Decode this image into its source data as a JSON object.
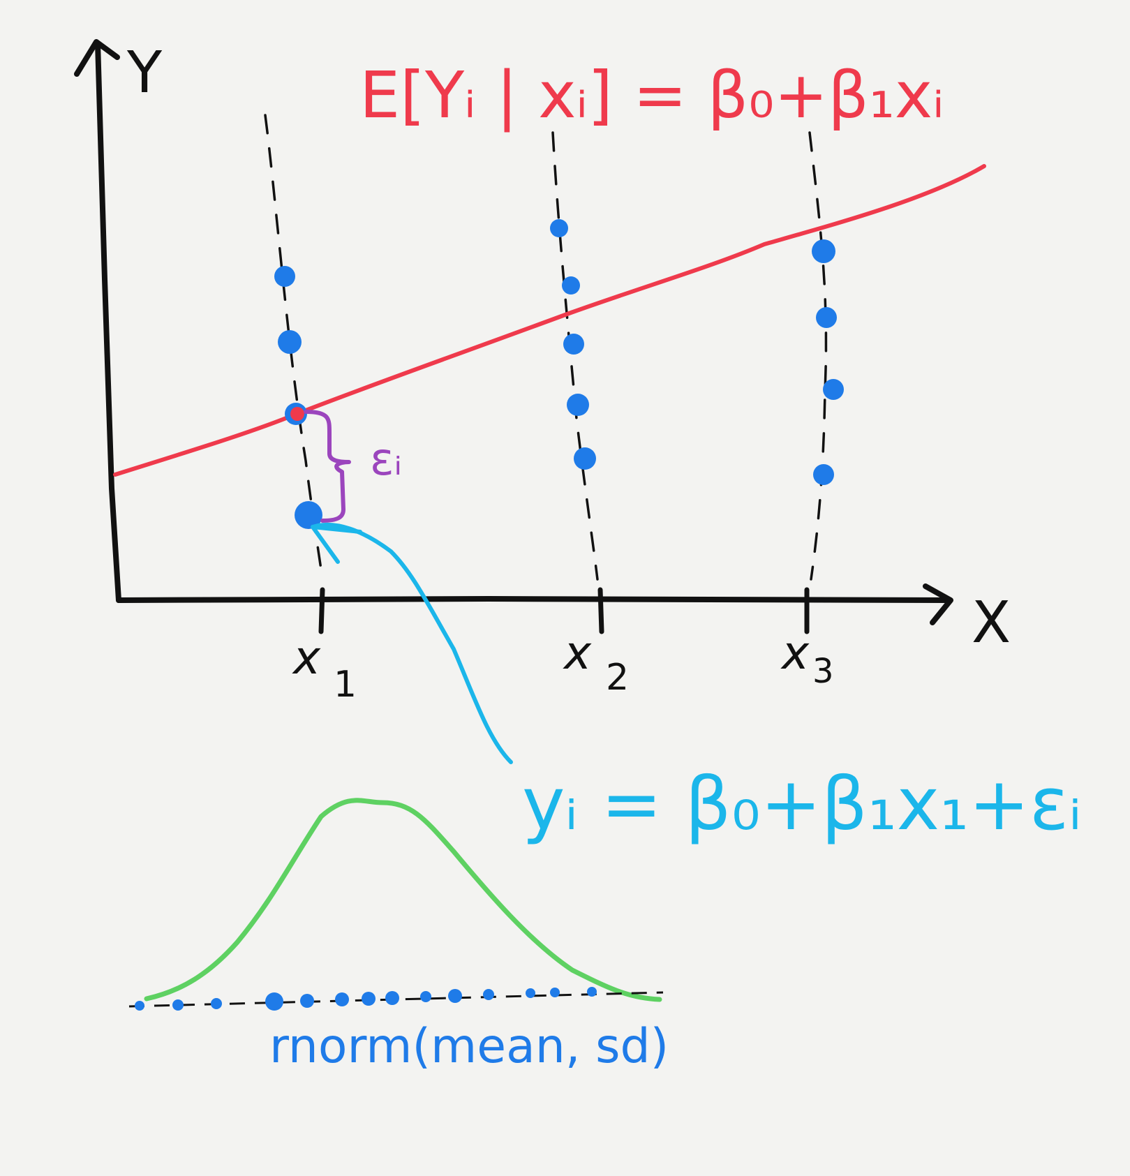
{
  "labels": {
    "y_axis": "Y",
    "x_axis": "X",
    "x_ticks": [
      {
        "name": "x",
        "sub": "1"
      },
      {
        "name": "x",
        "sub": "2"
      },
      {
        "name": "x",
        "sub": "3"
      }
    ],
    "expectation_formula": "E[Yᵢ | xᵢ] = β₀+β₁xᵢ",
    "error_label": "εᵢ",
    "model_formula": "yᵢ = β₀+β₁x₁+εᵢ",
    "sampling_label": "rnorm(mean, sd)"
  },
  "colors": {
    "axis": "#111111",
    "regression_line": "#ef3a4c",
    "points": "#1f7be8",
    "error_brace": "#9b45bd",
    "model_arrow": "#1bb6ea",
    "normal_curve": "#5ed162"
  }
}
